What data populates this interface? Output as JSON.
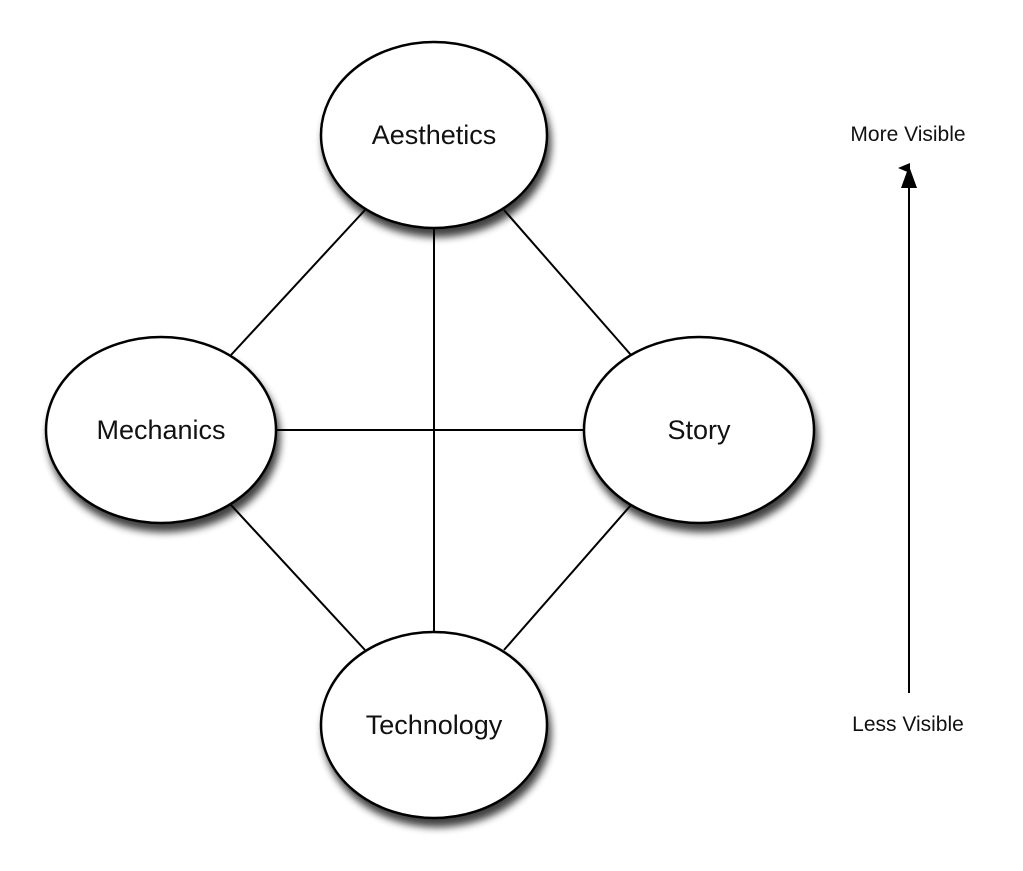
{
  "diagram": {
    "type": "elemental-tetrad",
    "nodes": [
      {
        "id": "aesthetics",
        "label": "Aesthetics"
      },
      {
        "id": "mechanics",
        "label": "Mechanics"
      },
      {
        "id": "story",
        "label": "Story"
      },
      {
        "id": "technology",
        "label": "Technology"
      }
    ],
    "edges": [
      {
        "from": "aesthetics",
        "to": "mechanics"
      },
      {
        "from": "aesthetics",
        "to": "story"
      },
      {
        "from": "aesthetics",
        "to": "technology"
      },
      {
        "from": "mechanics",
        "to": "story"
      },
      {
        "from": "mechanics",
        "to": "technology"
      },
      {
        "from": "story",
        "to": "technology"
      }
    ],
    "visibility_axis": {
      "top_label": "More Visible",
      "bottom_label": "Less Visible",
      "direction": "up"
    },
    "colors": {
      "stroke": "#000000",
      "fill": "#ffffff",
      "text": "#111111"
    }
  }
}
